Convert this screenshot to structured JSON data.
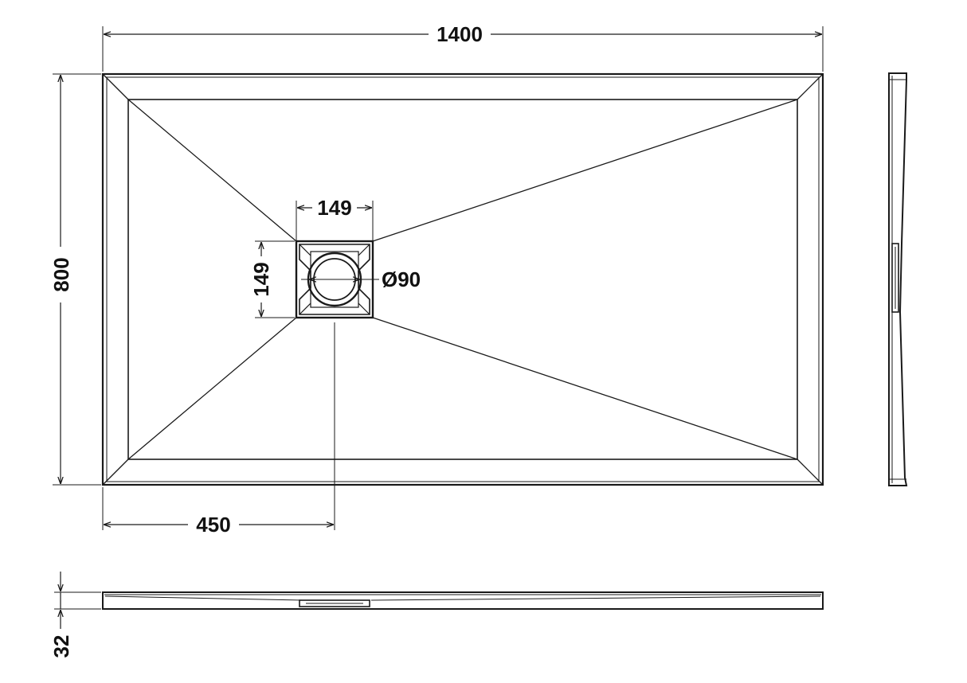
{
  "drawing": {
    "type": "shower tray technical drawing",
    "units": "mm",
    "stroke_color": "#1a1a1a",
    "background": "#ffffff"
  },
  "dimensions": {
    "tray_length": "1400",
    "tray_width": "800",
    "waste_width": "149",
    "waste_height": "149",
    "waste_diameter": "Ø90",
    "waste_offset": "450",
    "tray_depth": "32"
  }
}
